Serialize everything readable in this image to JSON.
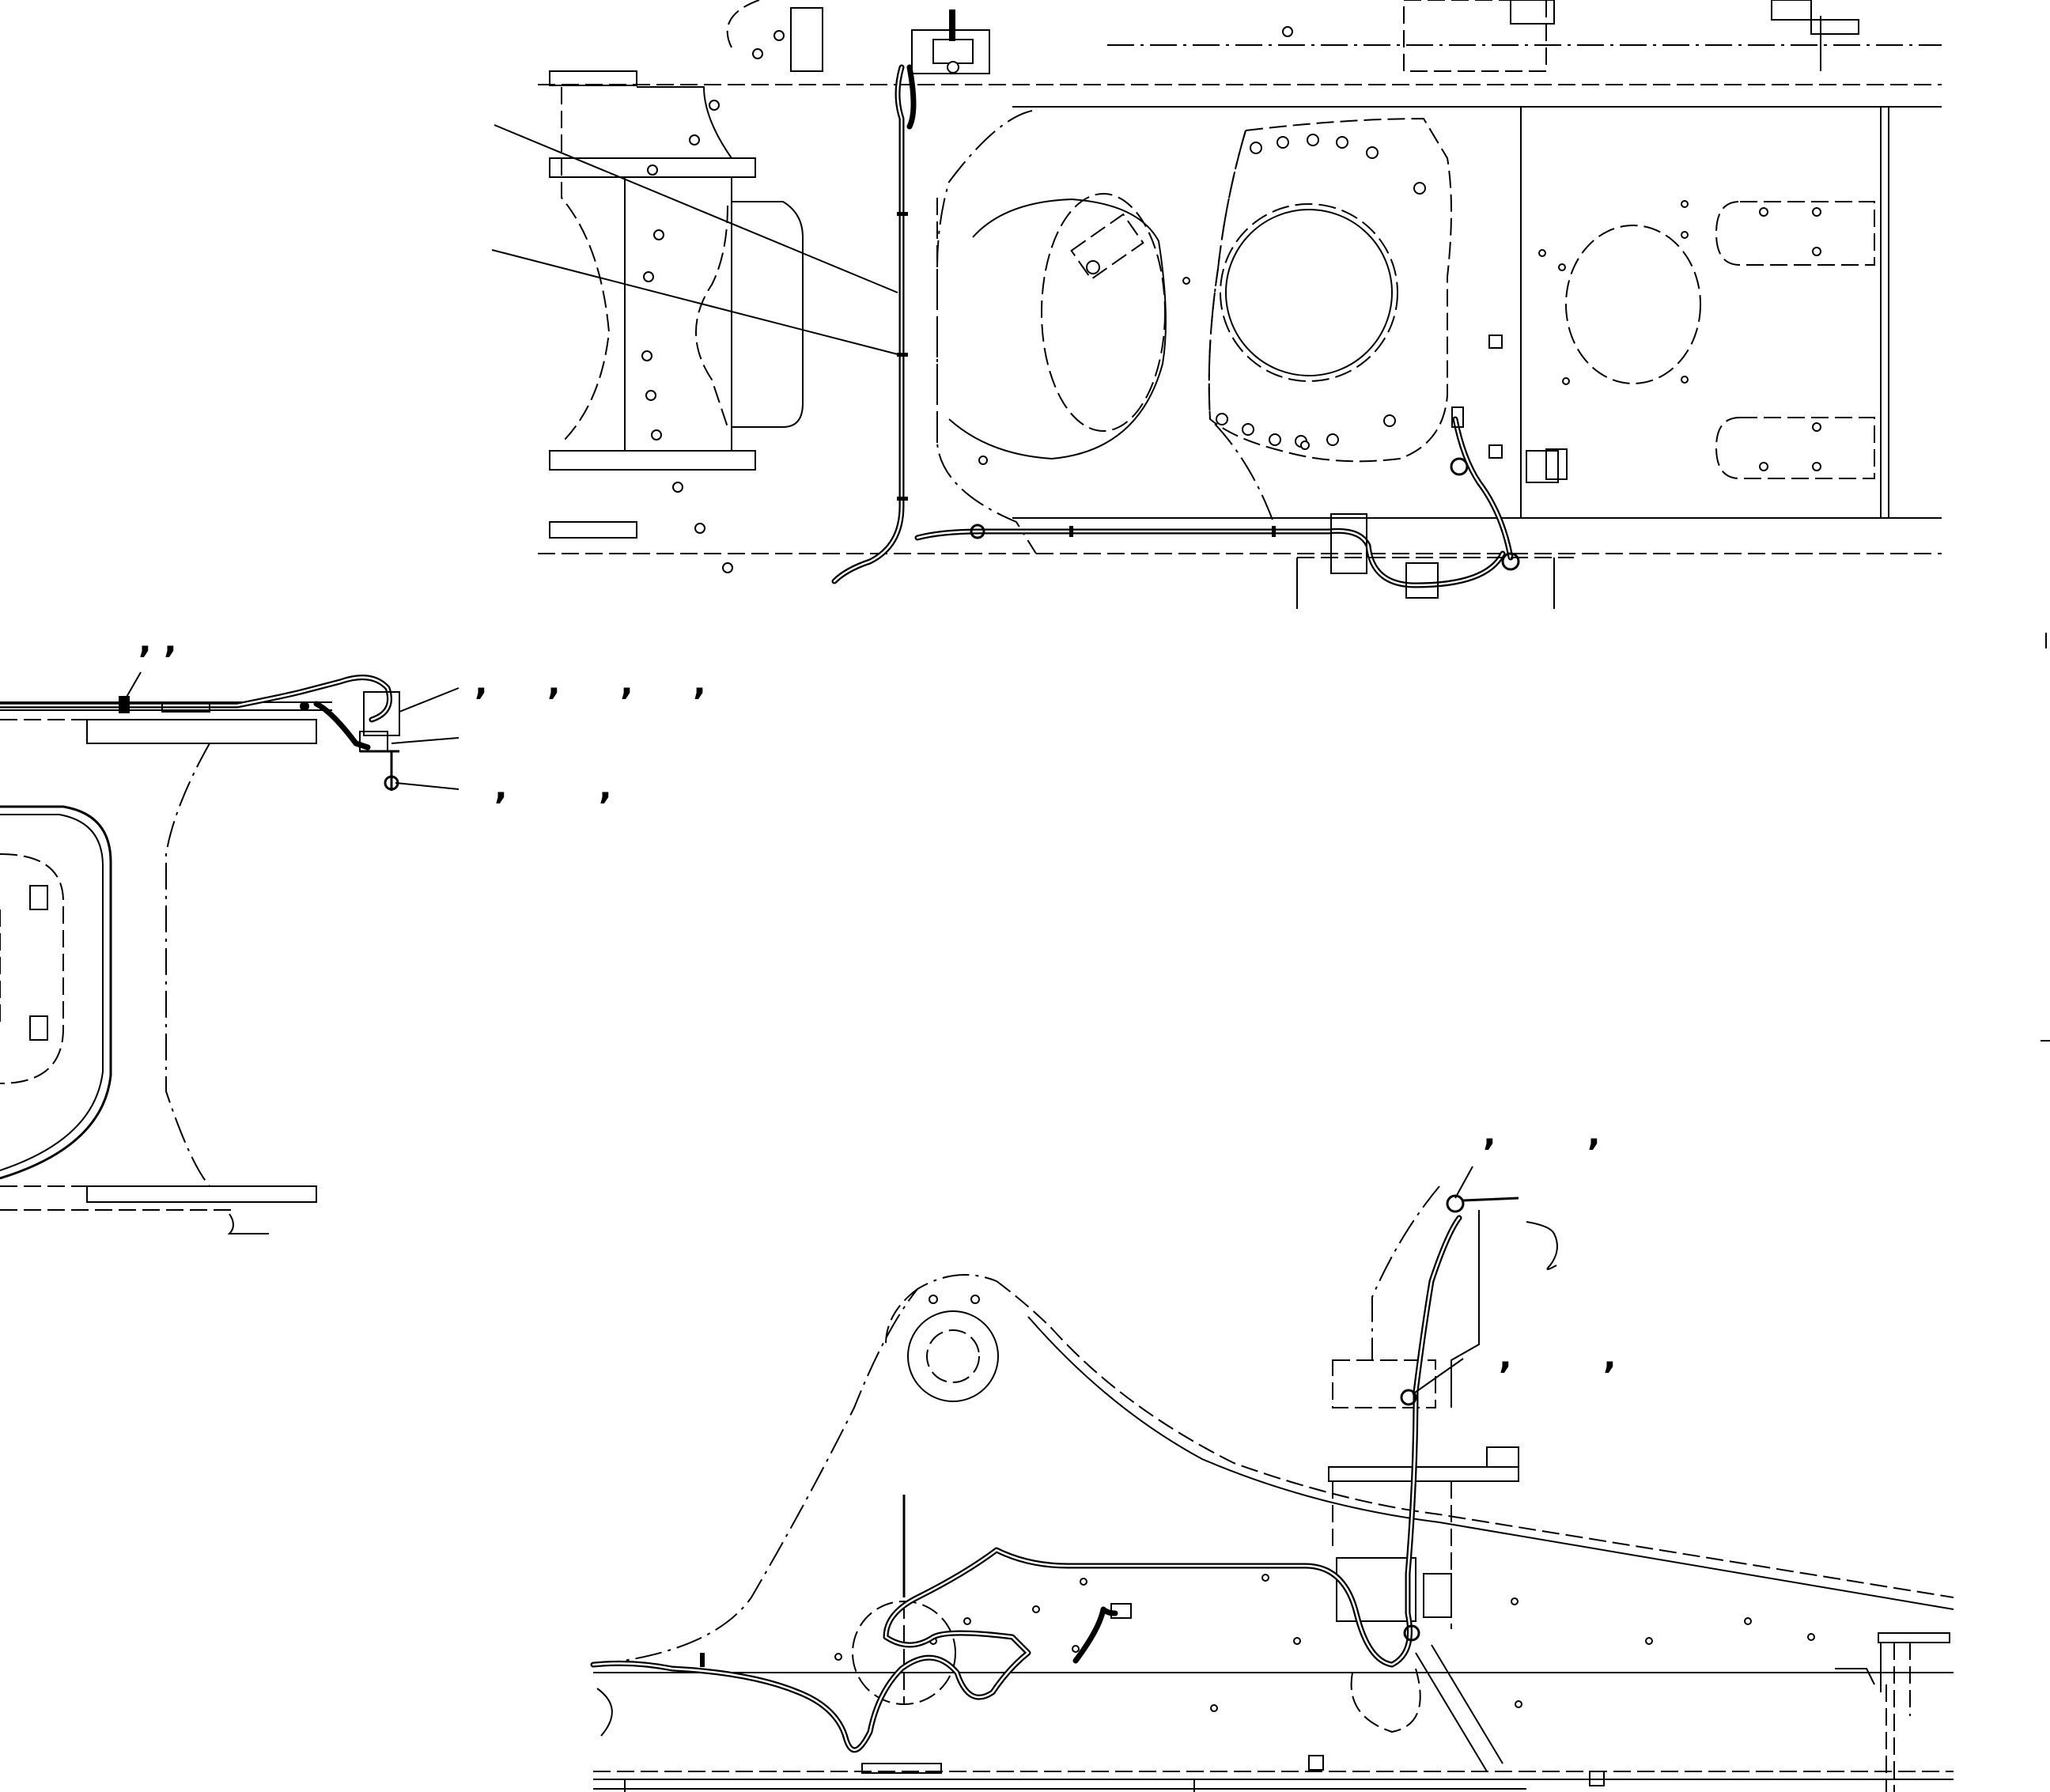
{
  "drawing": {
    "views": [
      {
        "id": "top-view",
        "label": ""
      },
      {
        "id": "side-view",
        "label": ""
      },
      {
        "id": "bottom-view",
        "label": ""
      }
    ],
    "callouts": [
      {
        "id": "callout-side-1",
        "text": ", ,"
      },
      {
        "id": "callout-side-2",
        "text": ", , , ,"
      },
      {
        "id": "callout-side-3",
        "text": ", ,"
      },
      {
        "id": "callout-bottom-1",
        "text": ", ,"
      },
      {
        "id": "callout-bottom-2",
        "text": ", ,"
      }
    ],
    "colors": {
      "line": "#000000",
      "background": "#ffffff"
    }
  }
}
